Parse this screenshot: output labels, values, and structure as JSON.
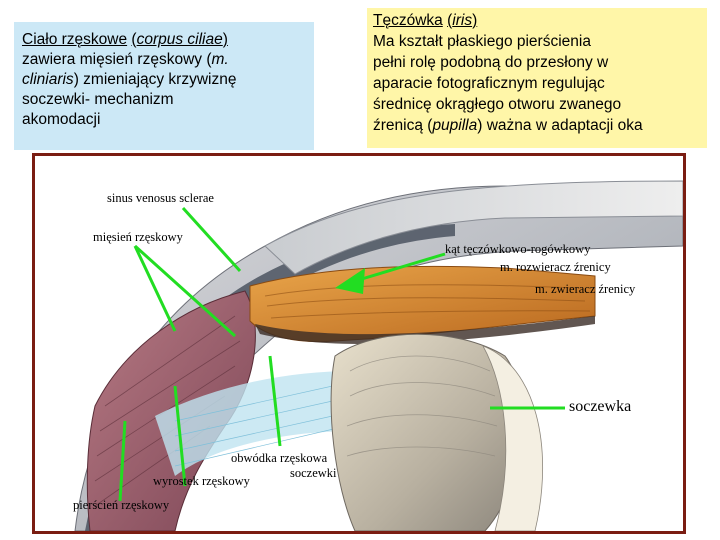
{
  "ciliary_box": {
    "title_pl": "Ciało rzęskowe",
    "title_open": "(",
    "title_latin": "corpus ciliae",
    "title_close": ")",
    "line2_a": "zawiera mięsień rzęskowy (",
    "line2_latin": "m.",
    "line3_latin": "cliniaris",
    "line3_b": ") zmieniający krzywiznę",
    "line4": "soczewki- mechanizm",
    "line5": "akomodacji",
    "background": "#cce8f6"
  },
  "iris_box": {
    "title_pl": "Tęczówka",
    "title_open": "(",
    "title_latin": "iris",
    "title_close": ")",
    "line2": "Ma kształt płaskiego pierścienia",
    "line3": "pełni rolę podobną do przesłony w",
    "line4": "aparacie fotograficznym regulując",
    "line5": "średnicę okrągłego otworu zwanego",
    "line6_a": "źrenicą (",
    "line6_latin": "pupilla",
    "line6_b": ") ważna w adaptacji oka",
    "background": "#fff6a8"
  },
  "figure": {
    "border_color": "#7a1d12",
    "pointer_color": "#22dd22",
    "labels": {
      "sinus": "sinus venosus sclerae",
      "ciliary_muscle": "mięsień rzęskowy",
      "angle": "kąt tęczówkowo-rogówkowy",
      "dilator": "m. rozwieracz źrenicy",
      "sphincter": "m.  zwieracz źrenicy",
      "lens": "soczewka",
      "zonule_line1": "obwódka rzęskowa",
      "zonule_line2": "soczewki",
      "ciliary_process": "wyrostek rzęskowy",
      "ciliary_ring": "pierścień rzęskowy"
    }
  }
}
